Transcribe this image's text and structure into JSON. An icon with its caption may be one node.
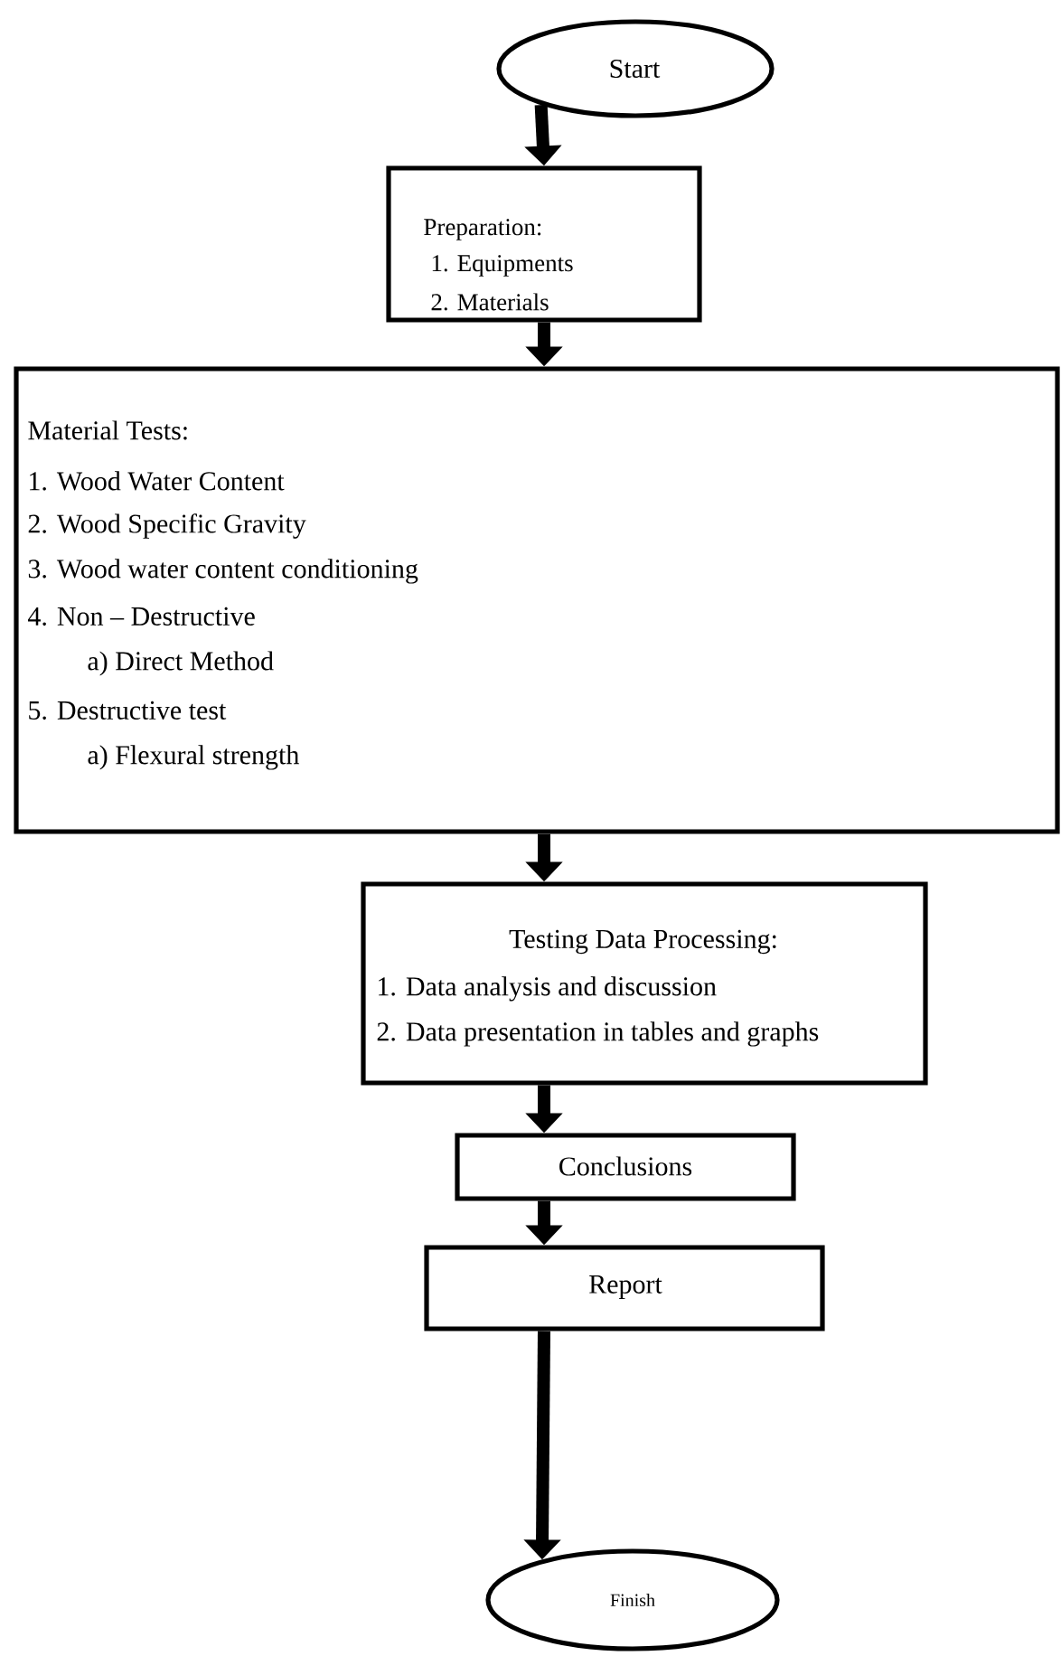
{
  "diagram": {
    "nodes": [
      {
        "text": [
          "Start"
        ]
      },
      {
        "text": [
          "Preparation:",
          "1. Equipments",
          "2. Materials"
        ]
      },
      {
        "text": [
          "Material Tests:",
          "1. Wood Water Content",
          "2. Wood Specific Gravity",
          "3. Wood water content conditioning",
          "4. Non – Destructive",
          "a) Direct Method",
          "5. Destructive test",
          "a) Flexural strength"
        ]
      },
      {
        "text": [
          "Testing Data Processing:",
          "1. Data analysis and discussion",
          "2. Data presentation in tables and graphs"
        ]
      },
      {
        "text": [
          "Conclusions"
        ]
      },
      {
        "text": [
          "Report"
        ]
      },
      {
        "text": [
          "Finish"
        ]
      }
    ],
    "edges": [
      {
        "from": 0,
        "to": 1,
        "arrow": "to"
      },
      {
        "from": 1,
        "to": 2,
        "arrow": "to"
      },
      {
        "from": 2,
        "to": 3,
        "arrow": "to"
      },
      {
        "from": 3,
        "to": 4,
        "arrow": "to"
      },
      {
        "from": 4,
        "to": 5,
        "arrow": "to"
      },
      {
        "from": 5,
        "to": 6,
        "arrow": "to"
      }
    ]
  }
}
